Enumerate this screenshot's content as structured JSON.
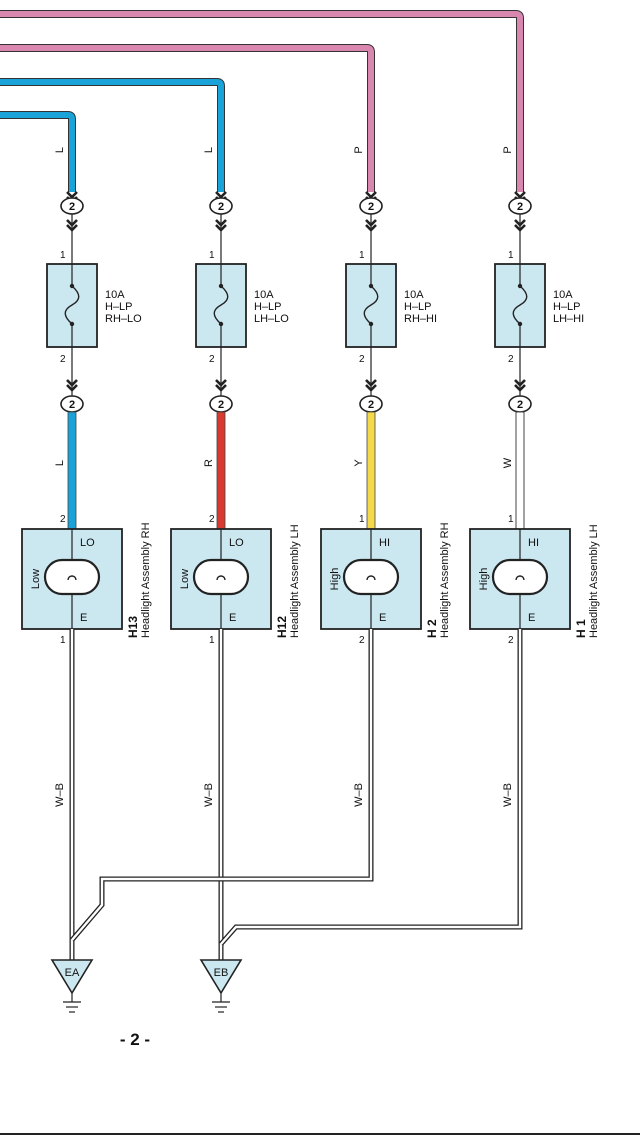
{
  "colors": {
    "L": "#1aa3d8",
    "P": "#d987ae",
    "R": "#d83a30",
    "Y": "#f4d94a",
    "W": "#ffffff",
    "W-B": "#ffffff",
    "box": "#cbe7f0",
    "stroke": "#222222"
  },
  "circuits": [
    {
      "upper_wire": "L",
      "upper_color": "L",
      "conn_top": "2",
      "fuse_pin_top": "1",
      "fuse_pin_bottom": "2",
      "fuse": {
        "rating": "10A",
        "name": "H–LP",
        "circuit": "RH–LO"
      },
      "conn_bottom": "2",
      "lower_wire": "L",
      "lower_color": "L",
      "lamp_pin_top": "2",
      "lamp": {
        "id": "H13",
        "name": "Headlight Assembly RH",
        "mode": "Low",
        "term_top": "LO",
        "term_bottom": "E"
      },
      "lamp_pin_bottom": "1",
      "ground_wire": "W–B"
    },
    {
      "upper_wire": "L",
      "upper_color": "L",
      "conn_top": "2",
      "fuse_pin_top": "1",
      "fuse_pin_bottom": "2",
      "fuse": {
        "rating": "10A",
        "name": "H–LP",
        "circuit": "LH–LO"
      },
      "conn_bottom": "2",
      "lower_wire": "R",
      "lower_color": "R",
      "lamp_pin_top": "2",
      "lamp": {
        "id": "H12",
        "name": "Headlight Assembly LH",
        "mode": "Low",
        "term_top": "LO",
        "term_bottom": "E"
      },
      "lamp_pin_bottom": "1",
      "ground_wire": "W–B"
    },
    {
      "upper_wire": "P",
      "upper_color": "P",
      "conn_top": "2",
      "fuse_pin_top": "1",
      "fuse_pin_bottom": "2",
      "fuse": {
        "rating": "10A",
        "name": "H–LP",
        "circuit": "RH–HI"
      },
      "conn_bottom": "2",
      "lower_wire": "Y",
      "lower_color": "Y",
      "lamp_pin_top": "1",
      "lamp": {
        "id": "H 2",
        "name": "Headlight Assembly RH",
        "mode": "High",
        "term_top": "HI",
        "term_bottom": "E"
      },
      "lamp_pin_bottom": "2",
      "ground_wire": "W–B"
    },
    {
      "upper_wire": "P",
      "upper_color": "P",
      "conn_top": "2",
      "fuse_pin_top": "1",
      "fuse_pin_bottom": "2",
      "fuse": {
        "rating": "10A",
        "name": "H–LP",
        "circuit": "LH–HI"
      },
      "conn_bottom": "2",
      "lower_wire": "W",
      "lower_color": "W",
      "lamp_pin_top": "1",
      "lamp": {
        "id": "H 1",
        "name": "Headlight Assembly LH",
        "mode": "High",
        "term_top": "HI",
        "term_bottom": "E"
      },
      "lamp_pin_bottom": "2",
      "ground_wire": "W–B"
    }
  ],
  "grounds": [
    {
      "label": "EA"
    },
    {
      "label": "EB"
    }
  ],
  "page_number": "- 2 -"
}
